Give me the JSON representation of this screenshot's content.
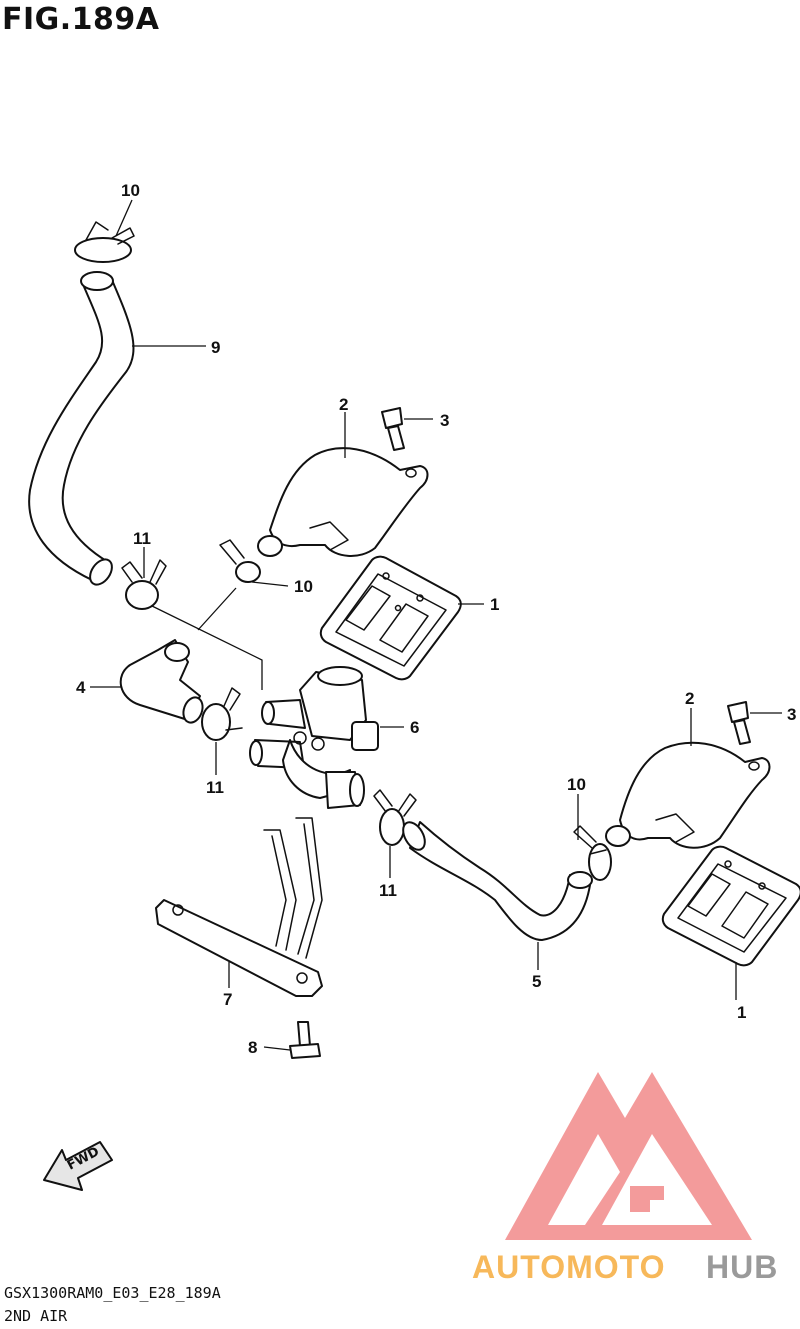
{
  "figure": {
    "title": "FIG.189A",
    "model_code": "GSX1300RAM0_E03_E28_189A",
    "subtitle": "2ND AIR",
    "fwd_label": "FWD"
  },
  "callouts": [
    "1",
    "1",
    "2",
    "2",
    "3",
    "3",
    "4",
    "5",
    "6",
    "7",
    "8",
    "9",
    "10",
    "10",
    "10",
    "11",
    "11",
    "11"
  ],
  "watermark": {
    "part1": "AUTOMOTO",
    "part2": "HUB",
    "color_main": "#f28a8a",
    "color_part1": "#f7b85a",
    "color_part2": "#9a9a9a"
  }
}
